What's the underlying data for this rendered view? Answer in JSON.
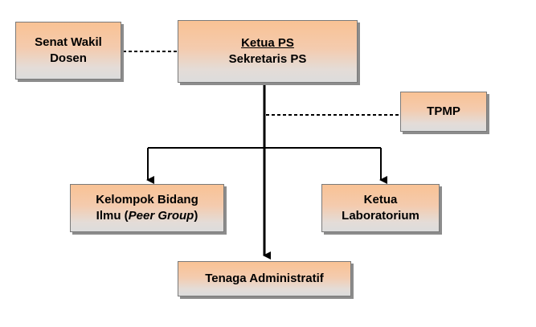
{
  "nodes": {
    "senat": {
      "line1": "Senat Wakil",
      "line2": "Dosen"
    },
    "ketua": {
      "line1": "Ketua PS",
      "line2": "Sekretaris PS"
    },
    "tpmp": {
      "label": "TPMP"
    },
    "kelompok": {
      "line1": "Kelompok Bidang",
      "line2_a": "Ilmu (",
      "line2_b": "Peer Group",
      "line2_c": ")"
    },
    "laboratorium": {
      "line1": "Ketua",
      "line2": "Laboratorium"
    },
    "tenaga": {
      "label": "Tenaga Administratif"
    }
  },
  "colors": {
    "box_top": "#f9c294",
    "box_bottom": "#dcdcdc",
    "line": "#000000",
    "shadow": "#8c8c8c"
  }
}
